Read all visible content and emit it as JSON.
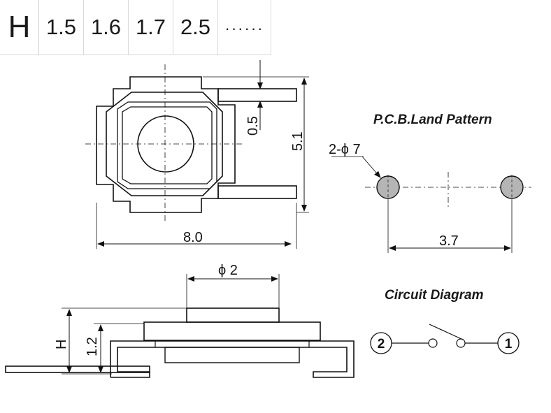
{
  "height_table": {
    "header": "H",
    "values": [
      "1.5",
      "1.6",
      "1.7",
      "2.5"
    ],
    "more": "······"
  },
  "top_view": {
    "dim_width": "8.0",
    "dim_height": "5.1",
    "dim_pin": "0.5"
  },
  "pcb": {
    "title": "P.C.B.Land Pattern",
    "hole_label": "2-ϕ 7",
    "spacing": "3.7"
  },
  "side_view": {
    "dim_button": "ϕ 2",
    "dim_h": "H",
    "dim_body": "1.2"
  },
  "circuit": {
    "title": "Circuit Diagram",
    "pin_left": "2",
    "pin_right": "1"
  }
}
